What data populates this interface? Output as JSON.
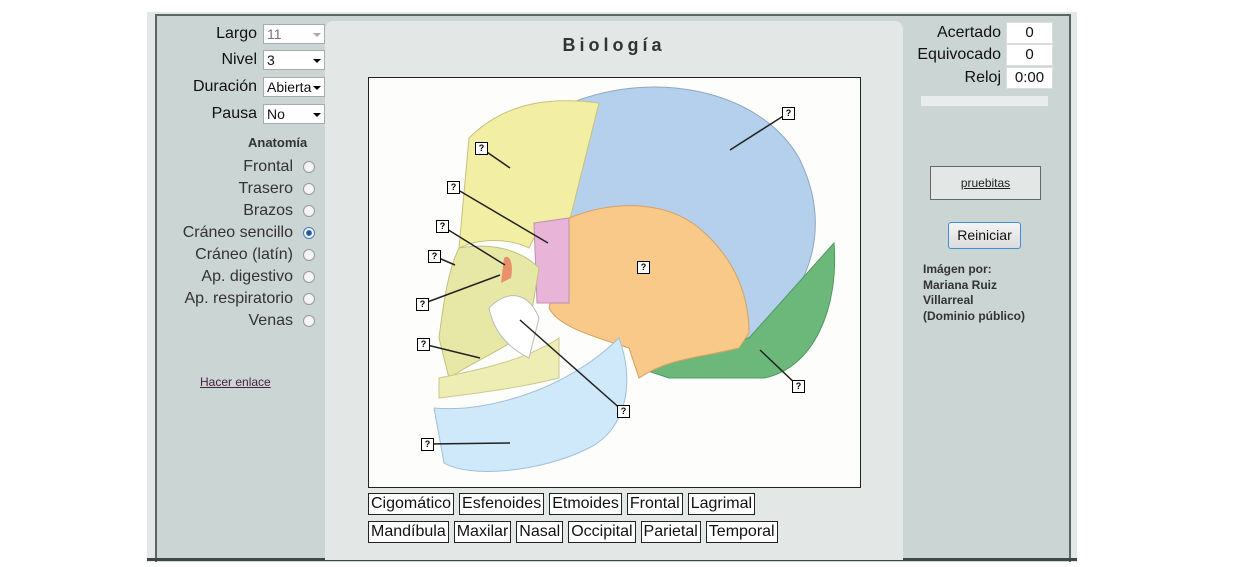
{
  "settings": {
    "largo_label": "Largo",
    "largo_value": "11",
    "nivel_label": "Nivel",
    "nivel_value": "3",
    "duracion_label": "Duración",
    "duracion_value": "Abierta",
    "pausa_label": "Pausa",
    "pausa_value": "No"
  },
  "category": "Anatomía",
  "topics": [
    {
      "label": "Frontal",
      "checked": false
    },
    {
      "label": "Trasero",
      "checked": false
    },
    {
      "label": "Brazos",
      "checked": false
    },
    {
      "label": "Cráneo sencillo",
      "checked": true
    },
    {
      "label": "Cráneo (latín)",
      "checked": false
    },
    {
      "label": "Ap. digestivo",
      "checked": false
    },
    {
      "label": "Ap. respiratorio",
      "checked": false
    },
    {
      "label": "Venas",
      "checked": false
    }
  ],
  "link_label": "Hacer enlace",
  "title": "Biología",
  "marker": "?",
  "answers_row1": [
    "Cigomático",
    "Esfenoides",
    "Etmoides",
    "Frontal",
    "Lagrimal"
  ],
  "answers_row2": [
    "Mandíbula",
    "Maxilar",
    "Nasal",
    "Occipital",
    "Parietal",
    "Temporal"
  ],
  "stats": {
    "correct_label": "Acertado",
    "correct": "0",
    "wrong_label": "Equivocado",
    "wrong": "0",
    "clock_label": "Reloj",
    "clock": "0:00"
  },
  "progress": 0,
  "pruebitas": "pruebitas",
  "reset_label": "Reiniciar",
  "credit": [
    "Imágen por:",
    "Mariana Ruiz",
    "Villarreal",
    "(Dominio público)"
  ]
}
